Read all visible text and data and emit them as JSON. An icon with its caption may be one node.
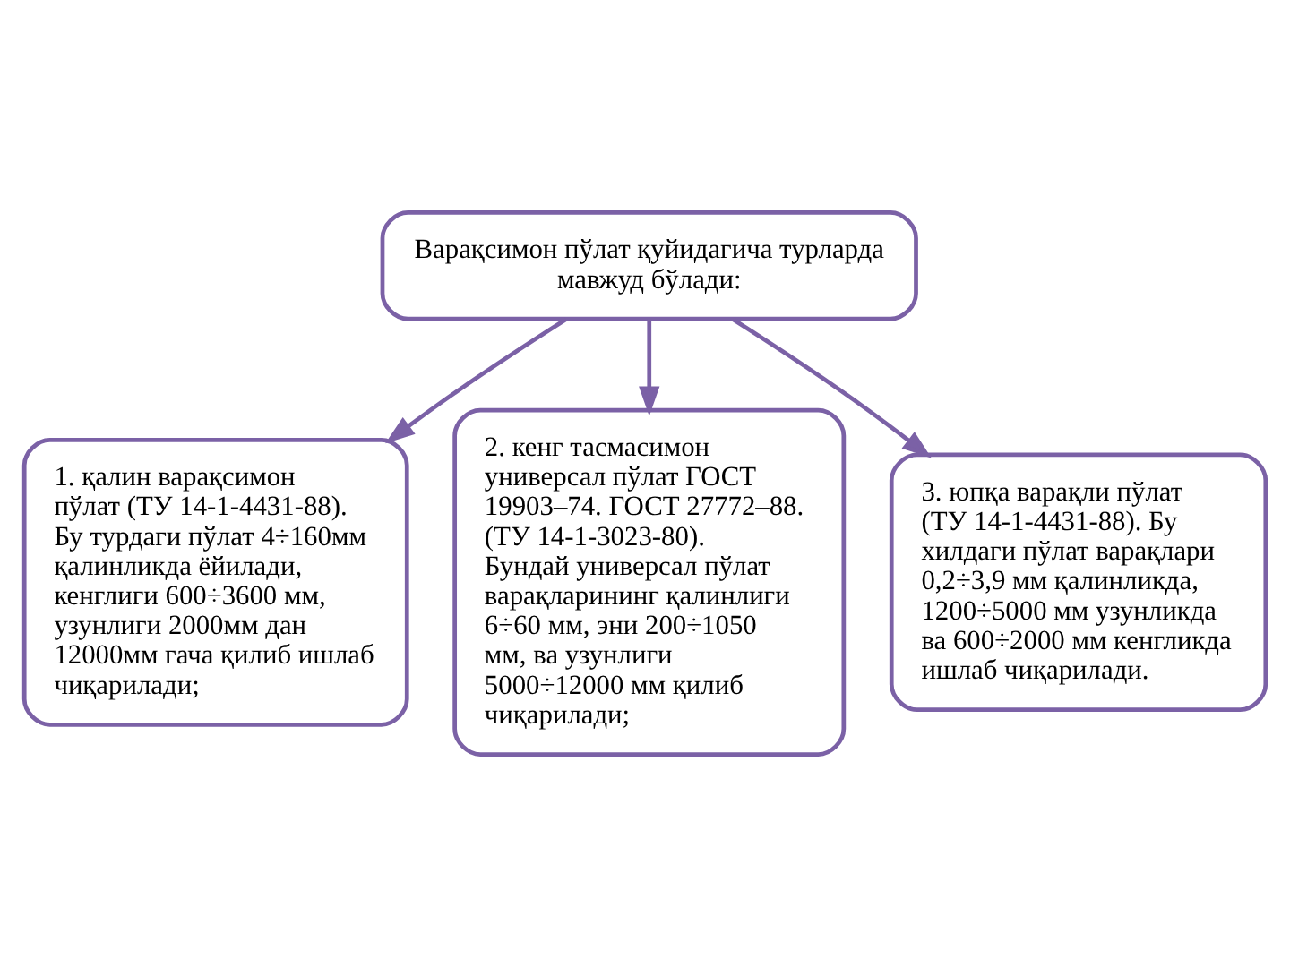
{
  "diagram": {
    "nodes": [
      {
        "text": [
          "Варақсимон пўлат қуйидагича турларда мавжуд бўлади:"
        ]
      },
      {
        "text": [
          "1. қалин варақсимон пўлат (ТУ 14-1-4431-88). Бу турдаги пўлат 4÷160мм қалинликда ёйилади, кенглиги 600÷3600 мм, узунлиги 2000мм дан 12000мм гача қилиб ишлаб чиқарилади;"
        ]
      },
      {
        "text": [
          "2. кенг тасмасимон универсал пўлат ГОСТ 19903–74. ГОСТ 27772–88. (ТУ 14-1-3023-80). Бундай универсал пўлат варақларининг қалинлиги 6÷60 мм, эни 200÷1050 мм, ва узунлиги 5000÷12000 мм қилиб чиқарилади;"
        ]
      },
      {
        "text": [
          "3. юпқа варақли пўлат (ТУ 14-1-4431-88). Бу хилдаги пўлат варақлари 0,2÷3,9 мм қалинликда, 1200÷5000 мм узунликда ва 600÷2000 мм кенгликда ишлаб чиқарилади."
        ]
      }
    ],
    "edges": [
      {
        "from": 0,
        "to": 1,
        "arrow": "to"
      },
      {
        "from": 0,
        "to": 2,
        "arrow": "to"
      },
      {
        "from": 0,
        "to": 3,
        "arrow": "to"
      }
    ]
  }
}
